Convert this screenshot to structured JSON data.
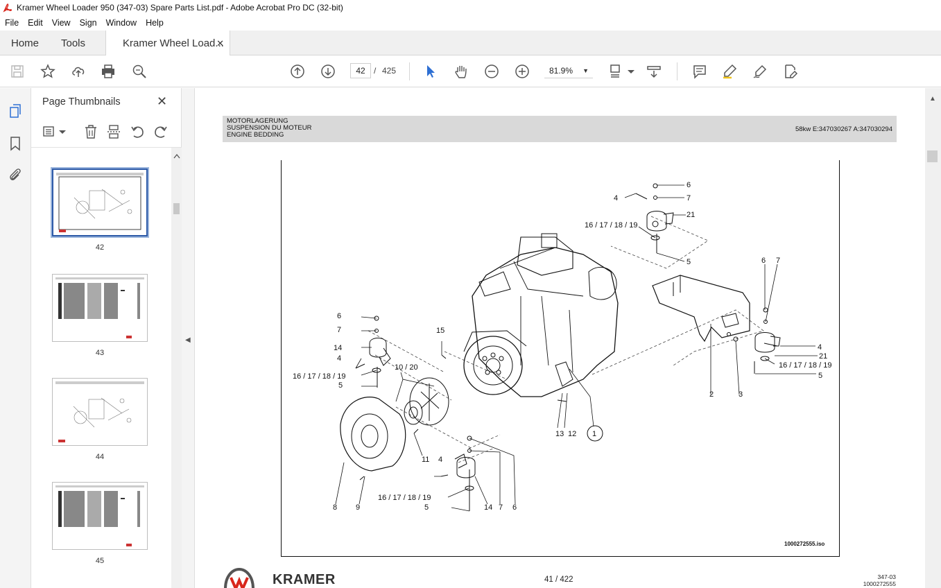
{
  "window": {
    "title": "Kramer Wheel Loader 950 (347-03) Spare Parts List.pdf - Adobe Acrobat Pro DC (32-bit)"
  },
  "menu": [
    "File",
    "Edit",
    "View",
    "Sign",
    "Window",
    "Help"
  ],
  "tabs": {
    "home": "Home",
    "tools": "Tools",
    "document": "Kramer Wheel Load...",
    "close": "✕"
  },
  "toolbar": {
    "current_page": "42",
    "separator": "/",
    "total_pages": "425",
    "zoom": "81.9%"
  },
  "thumbnail_panel": {
    "title": "Page Thumbnails",
    "close": "✕",
    "thumbnails": [
      {
        "label": "42",
        "selected": true,
        "kind": "drawing"
      },
      {
        "label": "43",
        "selected": false,
        "kind": "table"
      },
      {
        "label": "44",
        "selected": false,
        "kind": "drawing"
      },
      {
        "label": "45",
        "selected": false,
        "kind": "table"
      }
    ]
  },
  "document_page": {
    "header_lines": [
      "MOTORLAGERUNG",
      "SUSPENSION DU MOTEUR",
      "ENGINE BEDDING"
    ],
    "header_right": "58kw E:347030267 A:347030294",
    "drawing_reference": "1000272555.iso",
    "callouts": {
      "c6a": "6",
      "c7a": "7",
      "c4a": "4",
      "c21a": "21",
      "c16a": "16 / 17 / 18 / 19",
      "c5a": "5",
      "c6b": "6",
      "c7b": "7",
      "c4b": "4",
      "c21b": "21",
      "c16b": "16 / 17 / 18 / 19",
      "c5b": "5",
      "c2": "2",
      "c3": "3",
      "c6c": "6",
      "c7c": "7",
      "c14c": "14",
      "c4c": "4",
      "c16c": "16 / 17 / 18 / 19",
      "c5c": "5",
      "c1020": "10 / 20",
      "c15": "15",
      "c11": "11",
      "c13": "13",
      "c12": "12",
      "c1": "1",
      "c8": "8",
      "c9": "9",
      "c4d": "4",
      "c16d": "16 / 17 / 18 / 19",
      "c5d": "5",
      "c14d": "14",
      "c7d": "7",
      "c6d": "6"
    },
    "footer_brand": "KRAMER",
    "footer_page": "41 / 422",
    "footer_right": [
      "347-03",
      "1000272555"
    ]
  },
  "colors": {
    "acrobat_red": "#d9261c",
    "header_gray": "#d9d9d9",
    "selection_blue": "#2d5aa8"
  }
}
